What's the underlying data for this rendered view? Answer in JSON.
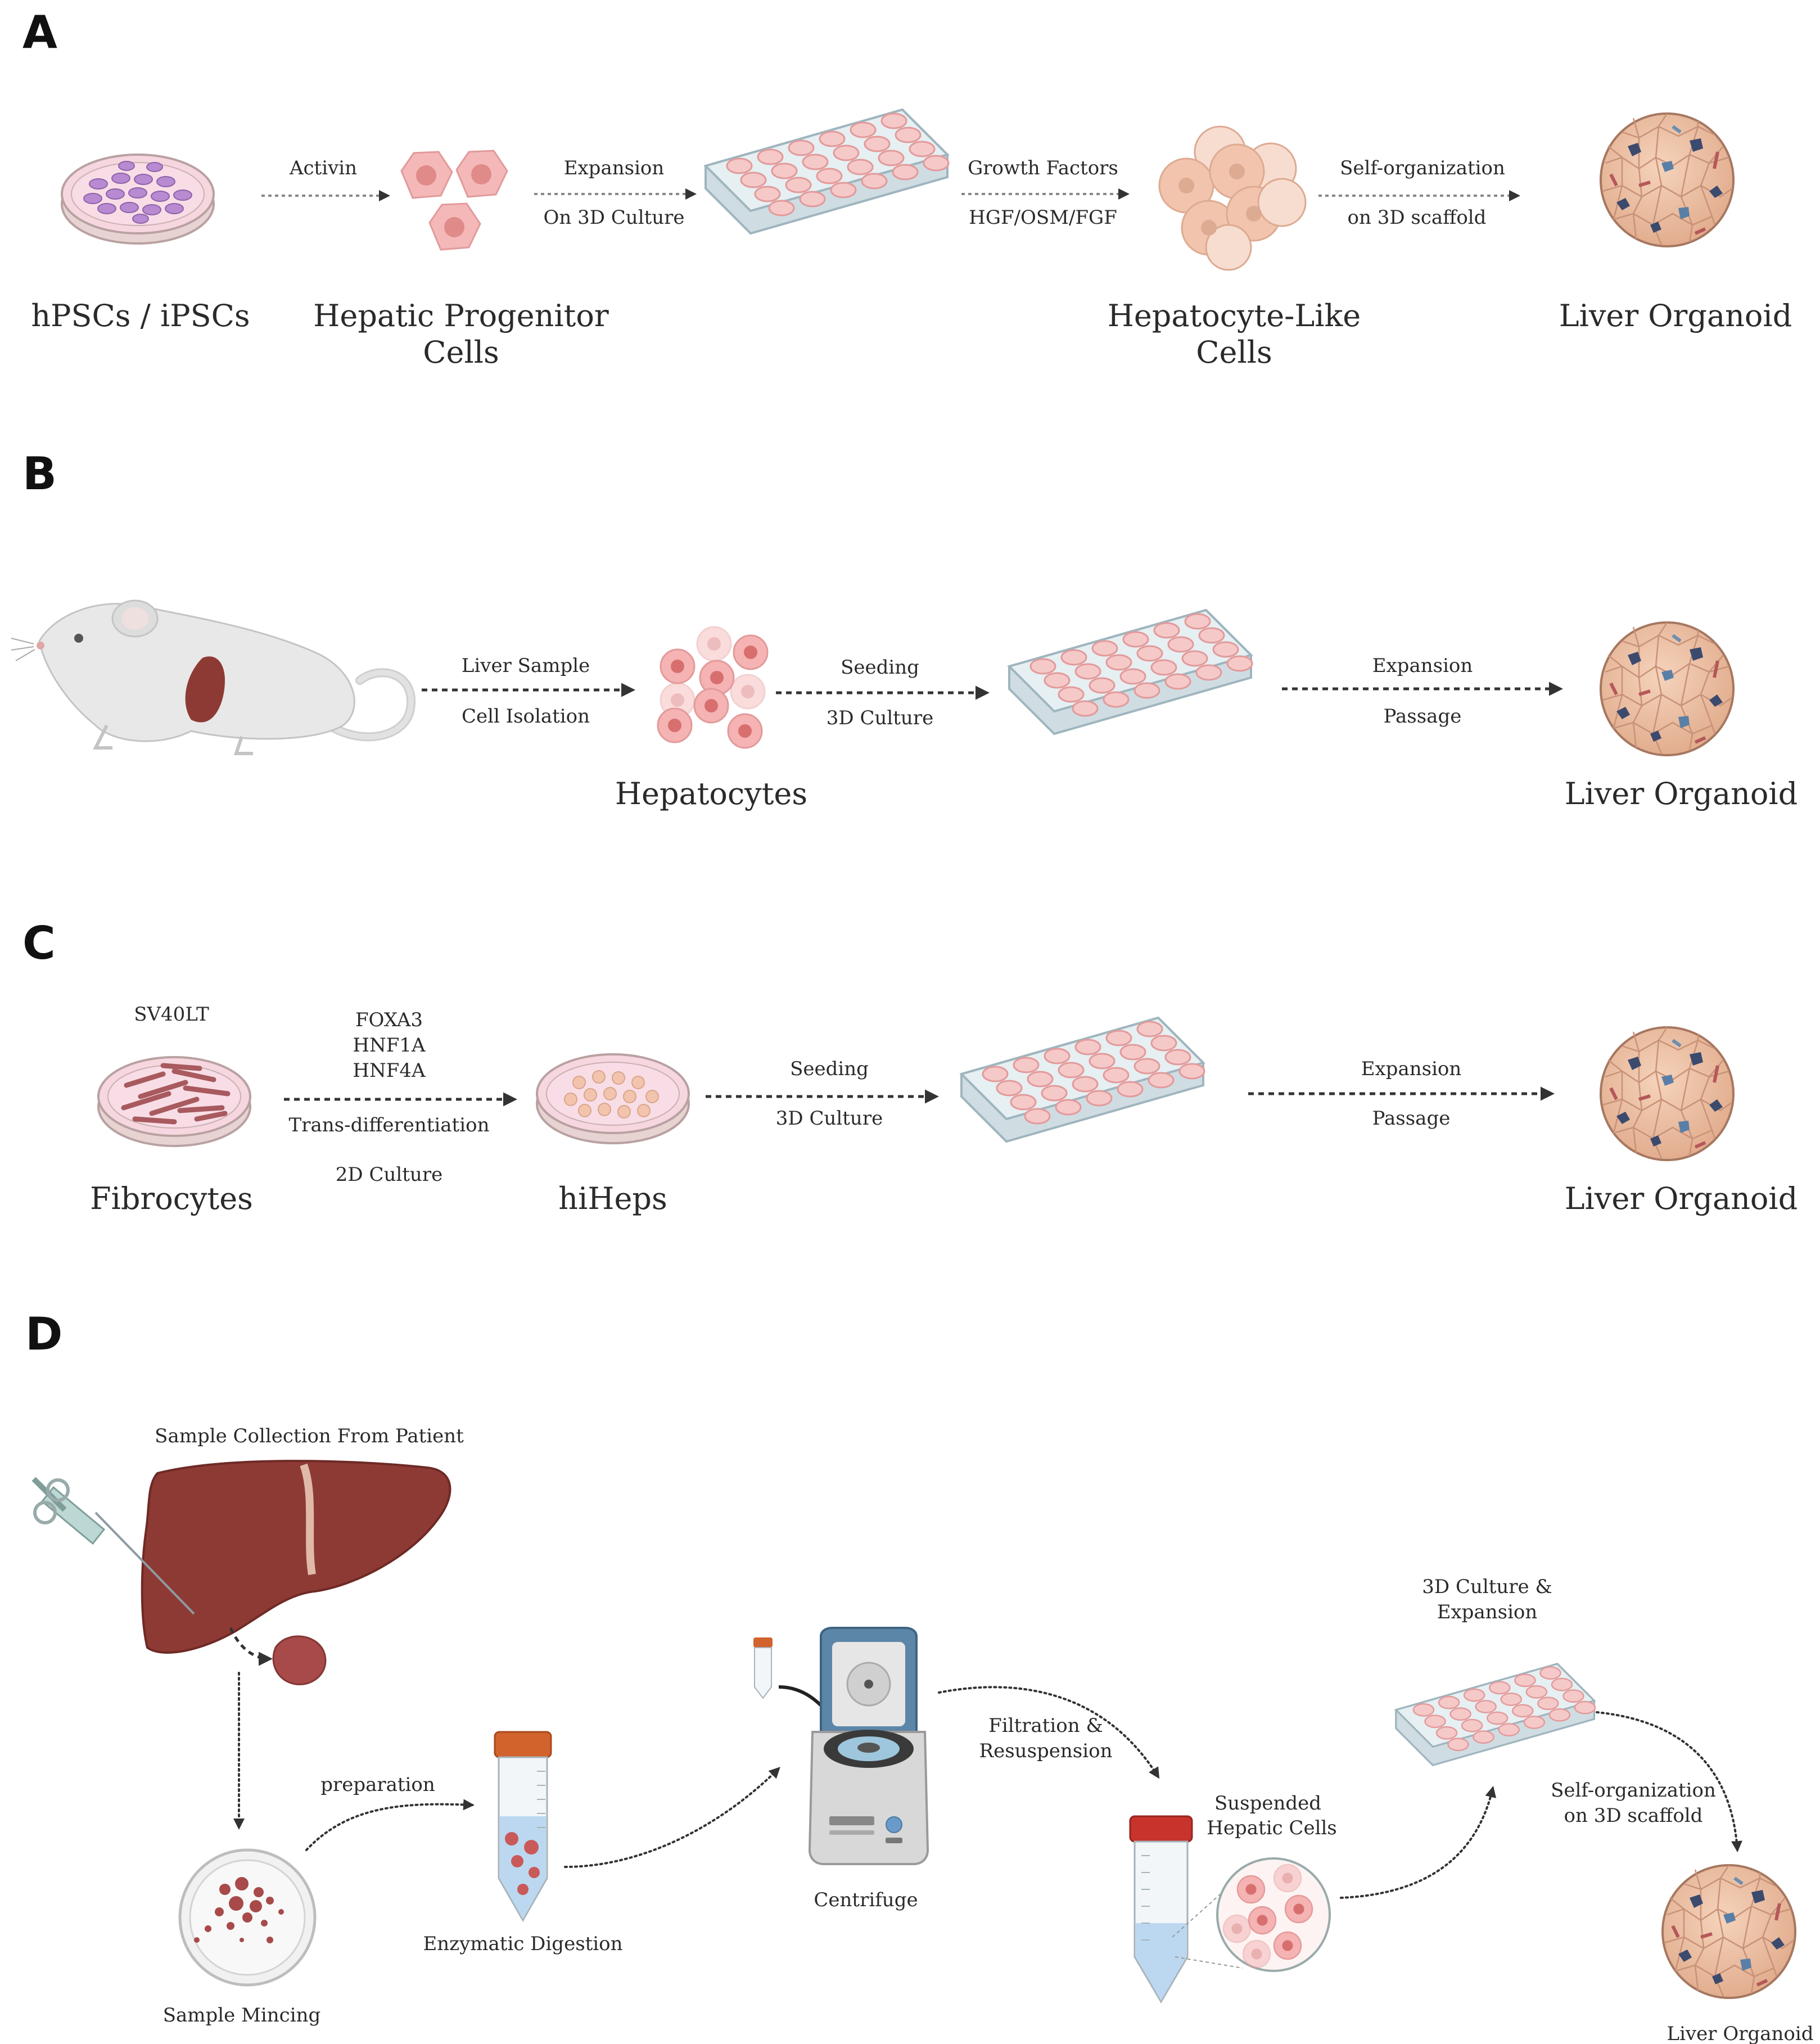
{
  "panels": {
    "a": {
      "letter": "A",
      "steps": {
        "source": "hPSCs / iPSCs",
        "progenitor_line1": "Hepatic Progenitor",
        "progenitor_line2": "Cells",
        "hepatocyte_like_line1": "Hepatocyte-Like",
        "hepatocyte_like_line2": "Cells",
        "organoid": "Liver Organoid"
      },
      "arrows": {
        "a1_top": "Activin",
        "a2_top": "Expansion",
        "a2_bottom": "On 3D Culture",
        "a3_top": "Growth Factors",
        "a3_bottom": "HGF/OSM/FGF",
        "a4_top": "Self-organization",
        "a4_bottom": "on 3D scaffold"
      }
    },
    "b": {
      "letter": "B",
      "steps": {
        "hepatocytes": "Hepatocytes",
        "organoid": "Liver Organoid"
      },
      "arrows": {
        "b1_top": "Liver Sample",
        "b1_bottom": "Cell Isolation",
        "b2_top": "Seeding",
        "b2_bottom": "3D Culture",
        "b3_top": "Expansion",
        "b3_bottom": "Passage"
      }
    },
    "c": {
      "letter": "C",
      "steps": {
        "fibrocytes_top": "SV40LT",
        "fibrocytes": "Fibrocytes",
        "hiheps": "hiHeps",
        "organoid": "Liver Organoid"
      },
      "arrows": {
        "c1_factor1": "FOXA3",
        "c1_factor2": "HNF1A",
        "c1_factor3": "HNF4A",
        "c1_bottom1": "Trans-differentiation",
        "c1_bottom2": "2D Culture",
        "c2_top": "Seeding",
        "c2_bottom": "3D Culture",
        "c3_top": "Expansion",
        "c3_bottom": "Passage"
      }
    },
    "d": {
      "letter": "D",
      "labels": {
        "collection": "Sample Collection From Patient",
        "preparation": "preparation",
        "mincing": "Sample Mincing",
        "digestion": "Enzymatic Digestion",
        "centrifuge": "Centrifuge",
        "filtration_line1": "Filtration &",
        "filtration_line2": "Resuspension",
        "suspended_line1": "Suspended",
        "suspended_line2": "Hepatic Cells",
        "culture_line1": "3D Culture &",
        "culture_line2": "Expansion",
        "selforg_line1": "Self-organization",
        "selforg_line2": "on 3D scaffold",
        "organoid": "Liver Organoid"
      }
    }
  },
  "colors": {
    "cell_pink": "#f4b8b8",
    "cell_nucleus": "#e08a8a",
    "plate": "#dfeaee",
    "well": "#f6c9c9",
    "liver": "#8e3a34",
    "organoid": "#eec3a7",
    "dish_purple": "#b88ad1",
    "hepatocyte_peach": "#f2c4ad",
    "tube_cap_orange": "#d2632c",
    "tube_cap_red": "#c8332b",
    "tube_liquid": "#bcd8f0"
  }
}
